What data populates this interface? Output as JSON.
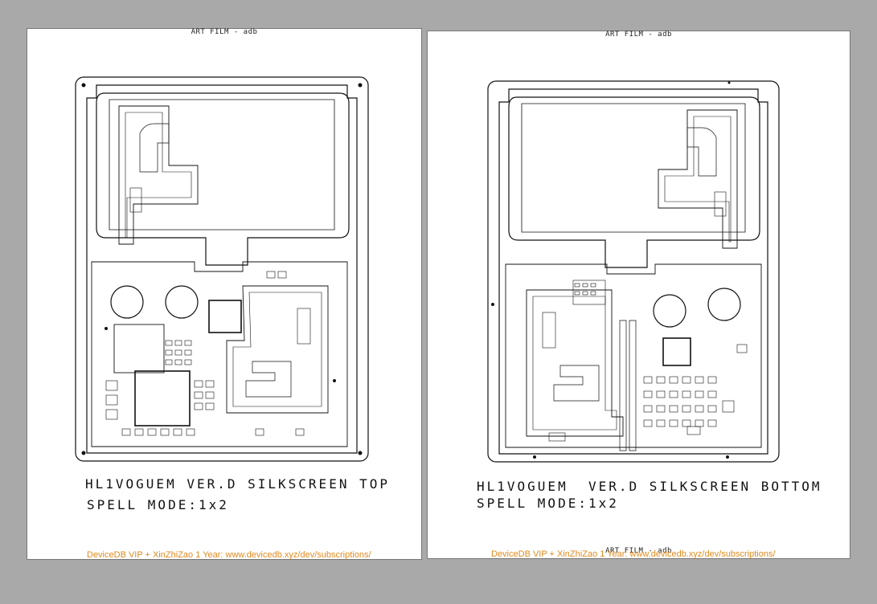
{
  "colors": {
    "background": "#a9a9a9",
    "page": "#ffffff",
    "ink": "#111111",
    "watermark": "#e08a1e"
  },
  "pages": [
    {
      "film_label": "ART FILM - adb",
      "title": "HL1VOGUEM VER.D SILKSCREEN TOP",
      "mode": "SPELL MODE:1x2",
      "watermark": "DeviceDB VIP + XinZhiZao 1 Year: www.devicedb.xyz/dev/subscriptions/"
    },
    {
      "film_label": "ART FILM - adb",
      "film_label_bottom": "ART FILM - adb",
      "title": "HL1VOGUEM  VER.D SILKSCREEN BOTTOM",
      "mode": "SPELL MODE:1x2",
      "watermark": "DeviceDB VIP + XinZhiZao 1 Year: www.devicedb.xyz/dev/subscriptions/"
    }
  ]
}
